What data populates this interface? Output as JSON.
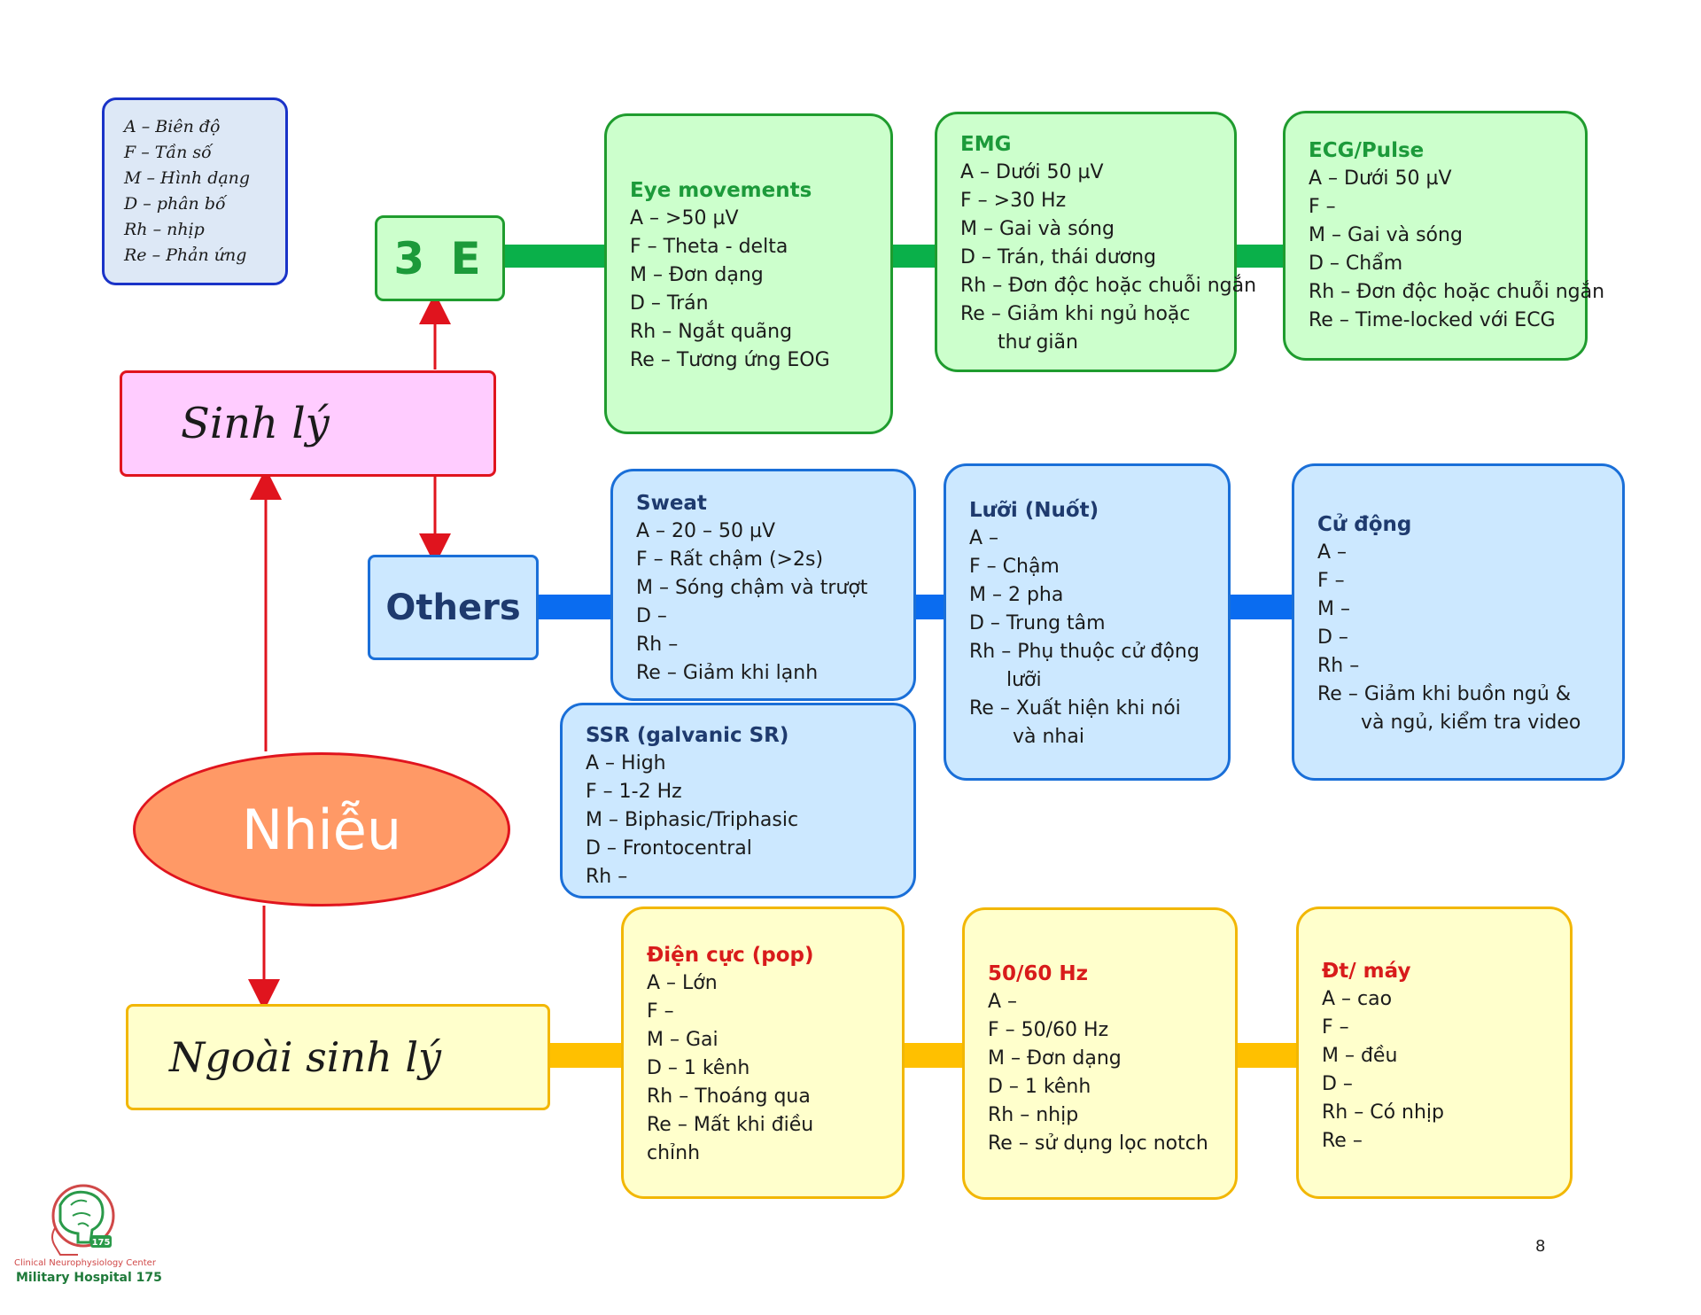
{
  "legend": {
    "lines": [
      "A – Biên độ",
      "F – Tần số",
      "M – Hình dạng",
      "D – phân bố",
      "Rh – nhịp",
      "Re – Phản ứng"
    ]
  },
  "nodes": {
    "three_e": "3 E",
    "sinh_ly": "Sinh lý",
    "others": "Others",
    "nhieu": "Nhiễu",
    "ngoai_sinh_ly": "Ngoài sinh lý"
  },
  "cards": {
    "eye": {
      "title": "Eye movements",
      "lines": [
        "A – >50 µV",
        "F – Theta - delta",
        "M – Đơn dạng",
        "D – Trán",
        "Rh – Ngắt quãng",
        "Re – Tương ứng EOG"
      ]
    },
    "emg": {
      "title": "EMG",
      "lines": [
        "A – Dưới 50 µV",
        "F – >30 Hz",
        "M – Gai và sóng",
        "D – Trán, thái dương",
        "Rh – Đơn độc hoặc chuỗi ngắn",
        "Re – Giảm khi ngủ hoặc",
        "      thư giãn"
      ]
    },
    "ecg": {
      "title": "ECG/Pulse",
      "lines": [
        "A – Dưới 50 µV",
        "F –",
        "M – Gai và sóng",
        "D – Chẩm",
        "Rh – Đơn độc hoặc chuỗi ngắn",
        "Re – Time-locked với ECG"
      ]
    },
    "sweat": {
      "title": "Sweat",
      "lines": [
        "A – 20 – 50 µV",
        "F – Rất chậm (>2s)",
        "M – Sóng chậm và trượt",
        "D –",
        "Rh –",
        "Re – Giảm khi lạnh"
      ]
    },
    "ssr": {
      "title": "SSR (galvanic SR)",
      "lines": [
        "A – High",
        "F – 1-2 Hz",
        "M – Biphasic/Triphasic",
        "D – Frontocentral",
        "Rh –"
      ]
    },
    "tongue": {
      "title": "Lưỡi (Nuốt)",
      "lines": [
        "A –",
        "F – Chậm",
        "M – 2 pha",
        "D – Trung tâm",
        "Rh – Phụ thuộc cử động",
        "      lưỡi",
        "Re – Xuất hiện khi nói",
        "       và nhai"
      ]
    },
    "movement": {
      "title": "Cử động",
      "lines": [
        "A –",
        "F –",
        "M –",
        "D –",
        "Rh –",
        "Re – Giảm khi buồn ngủ &",
        "       và ngủ, kiểm tra video"
      ]
    },
    "electrode": {
      "title": "Điện cực (pop)",
      "lines": [
        "A – Lớn",
        "F –",
        "M – Gai",
        "D – 1 kênh",
        "Rh – Thoáng qua",
        "Re – Mất khi điều",
        "chỉnh"
      ]
    },
    "hz": {
      "title": "50/60 Hz",
      "lines": [
        "A –",
        "F – 50/60 Hz",
        "M – Đơn dạng",
        "D – 1 kênh",
        "Rh – nhịp",
        "Re – sử dụng lọc notch"
      ]
    },
    "machine": {
      "title": "Đt/ máy",
      "lines": [
        "A – cao",
        "F –",
        "M – đều",
        "D –",
        "Rh – Có nhịp",
        "Re –"
      ]
    }
  },
  "footer": {
    "page_number": "8",
    "logo_badge": "175",
    "logo_subtitle": "Clinical Neurophysiology Center",
    "logo_title": "Military Hospital 175"
  },
  "colors": {
    "green_link": "#0ab04a",
    "blue_link": "#0a6cf0",
    "yellow_link": "#ffc000",
    "arrow": "#e0141e",
    "nhieu_fill": "#ff9966",
    "sinh_ly_fill": "#ffccff"
  }
}
